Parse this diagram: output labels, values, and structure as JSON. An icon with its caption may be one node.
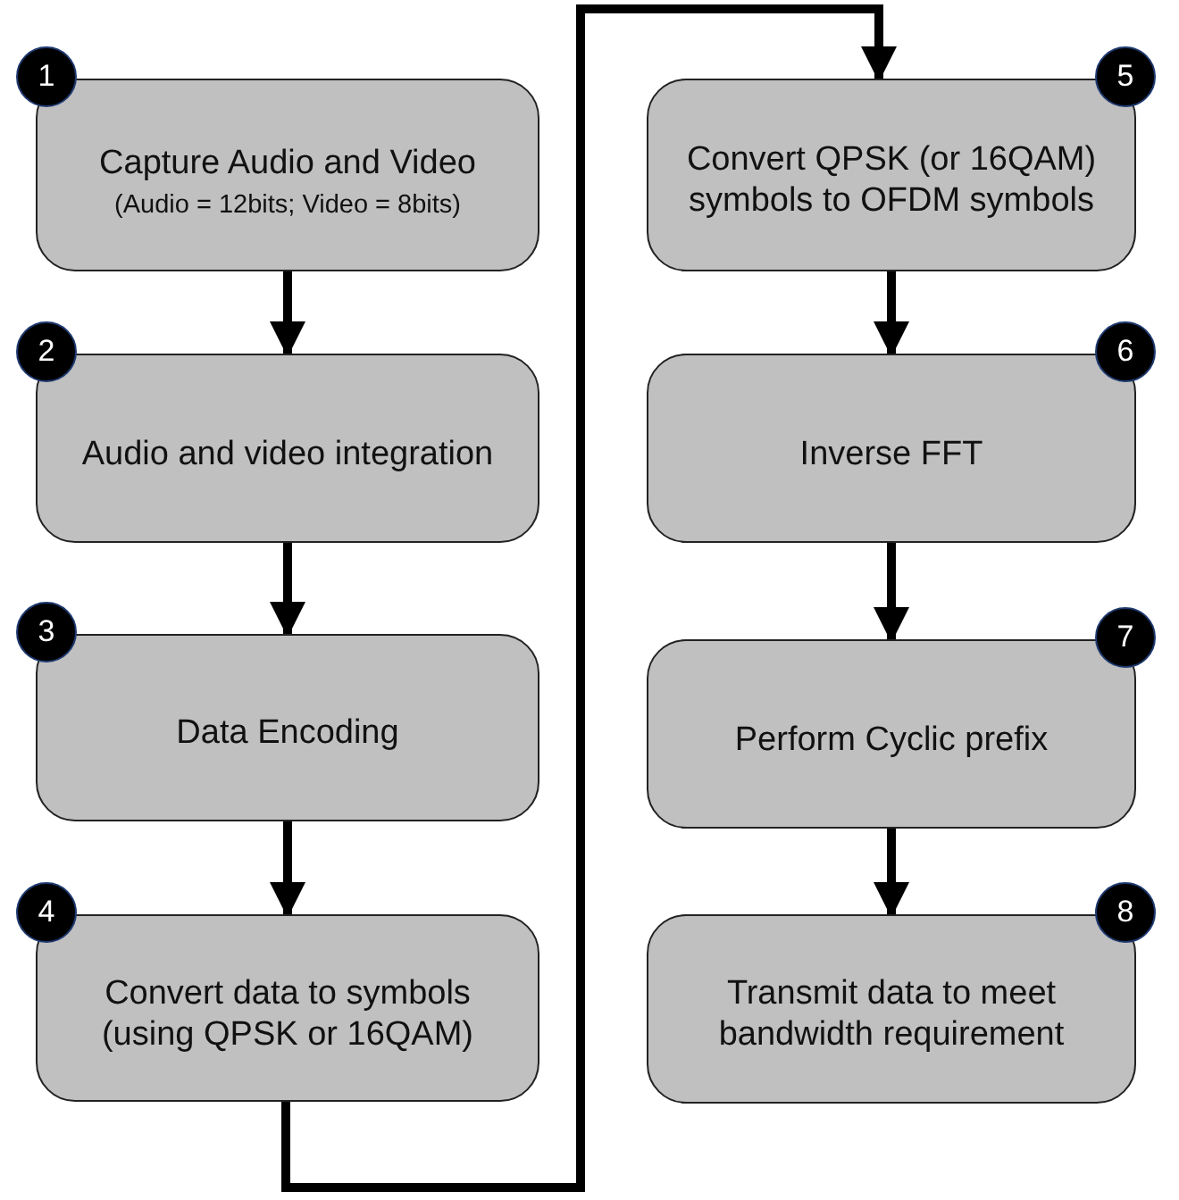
{
  "diagram": {
    "nodes": [
      {
        "text": [
          "1",
          "Capture Audio and Video",
          "(Audio = 12bits; Video = 8bits)"
        ]
      },
      {
        "text": [
          "2",
          "Audio and video integration"
        ]
      },
      {
        "text": [
          "3",
          "Data Encoding"
        ]
      },
      {
        "text": [
          "4",
          "Convert data to symbols (using QPSK or 16QAM)"
        ]
      },
      {
        "text": [
          "5",
          "Convert QPSK (or 16QAM) symbols to OFDM symbols"
        ]
      },
      {
        "text": [
          "6",
          "Inverse FFT"
        ]
      },
      {
        "text": [
          "7",
          "Perform Cyclic prefix"
        ]
      },
      {
        "text": [
          "8",
          "Transmit data to meet bandwidth requirement"
        ]
      }
    ],
    "edges": [
      {
        "from": 0,
        "to": 1,
        "arrow": "to"
      },
      {
        "from": 1,
        "to": 2,
        "arrow": "to"
      },
      {
        "from": 2,
        "to": 3,
        "arrow": "to"
      },
      {
        "from": 3,
        "to": 4,
        "arrow": "to"
      },
      {
        "from": 4,
        "to": 5,
        "arrow": "to"
      },
      {
        "from": 5,
        "to": 6,
        "arrow": "to"
      },
      {
        "from": 6,
        "to": 7,
        "arrow": "to"
      }
    ]
  }
}
